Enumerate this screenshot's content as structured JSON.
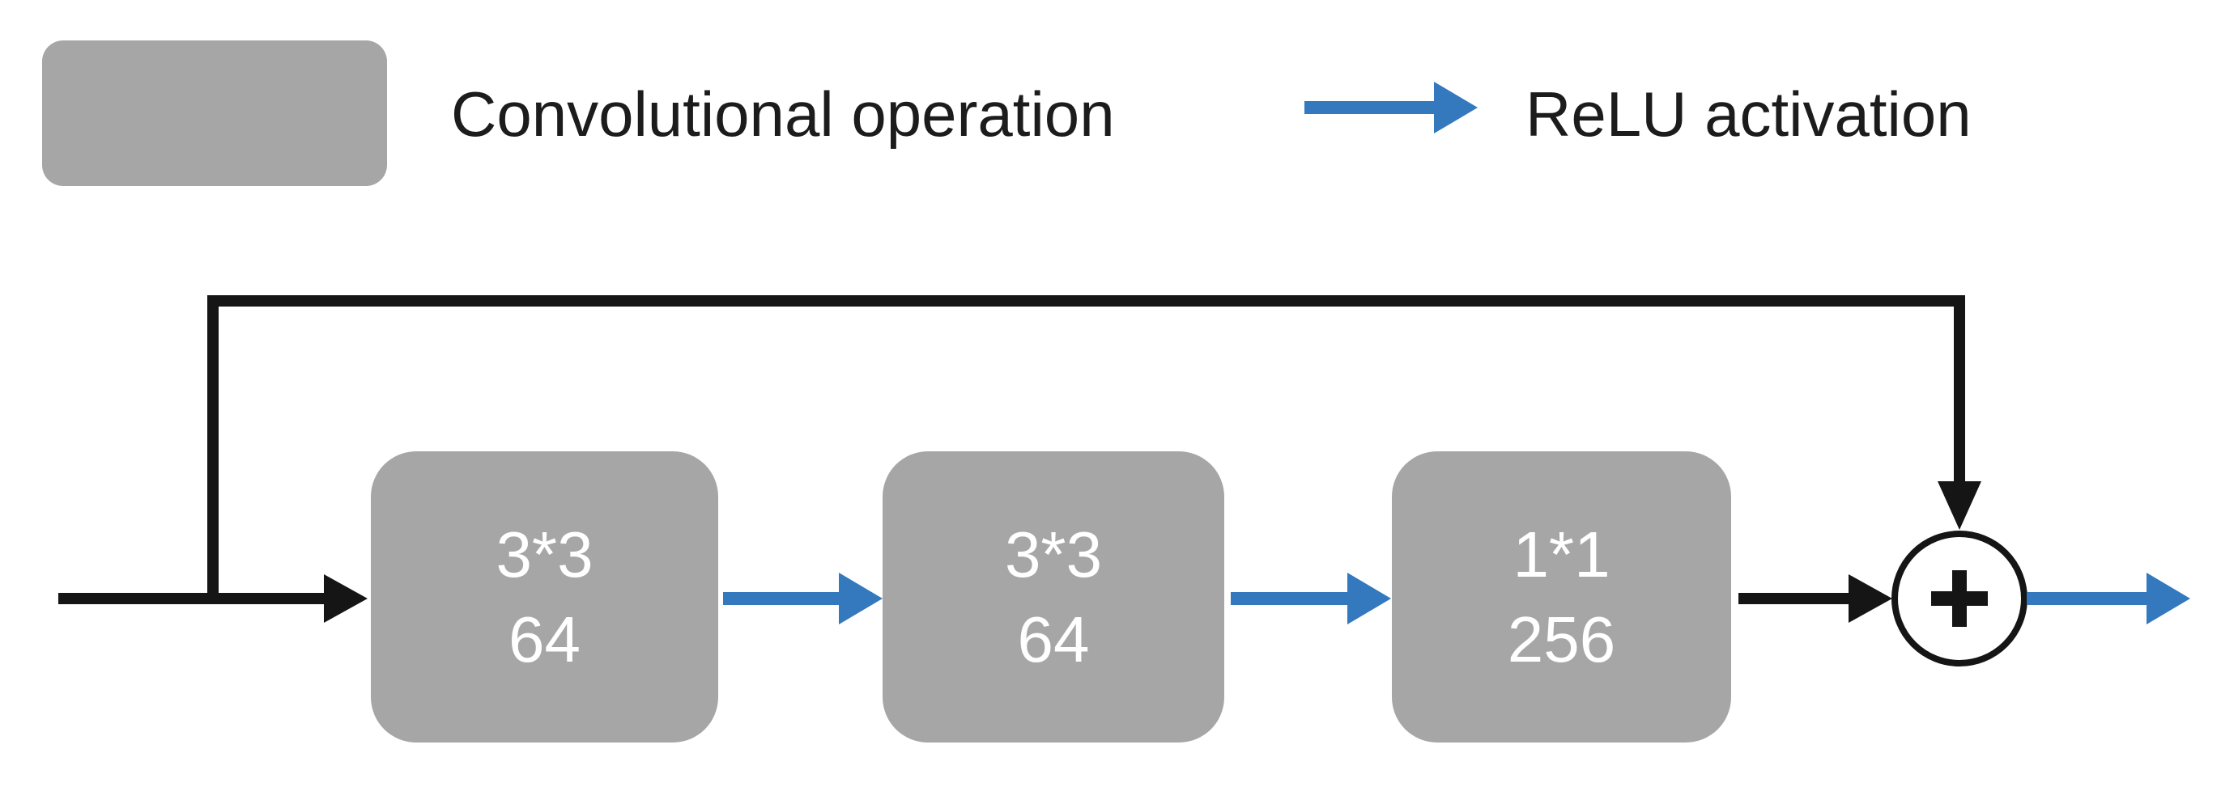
{
  "legend": {
    "conv_label": "Convolutional operation",
    "relu_label": "ReLU activation"
  },
  "diagram": {
    "boxes": [
      {
        "kernel": "3*3",
        "channels": "64"
      },
      {
        "kernel": "3*3",
        "channels": "64"
      },
      {
        "kernel": "1*1",
        "channels": "256"
      }
    ],
    "sum_symbol": "+"
  },
  "icons": {
    "plus_icon": "+",
    "relu_arrow_icon": "right-arrow",
    "flow_arrow_icon": "right-arrow",
    "skip_arrow_icon": "down-arrow"
  },
  "colors": {
    "box_gray": "#a6a6a6",
    "arrow_blue": "#3478bd",
    "line_black": "#151515",
    "box_text": "#ffffff",
    "background": "#ffffff"
  }
}
